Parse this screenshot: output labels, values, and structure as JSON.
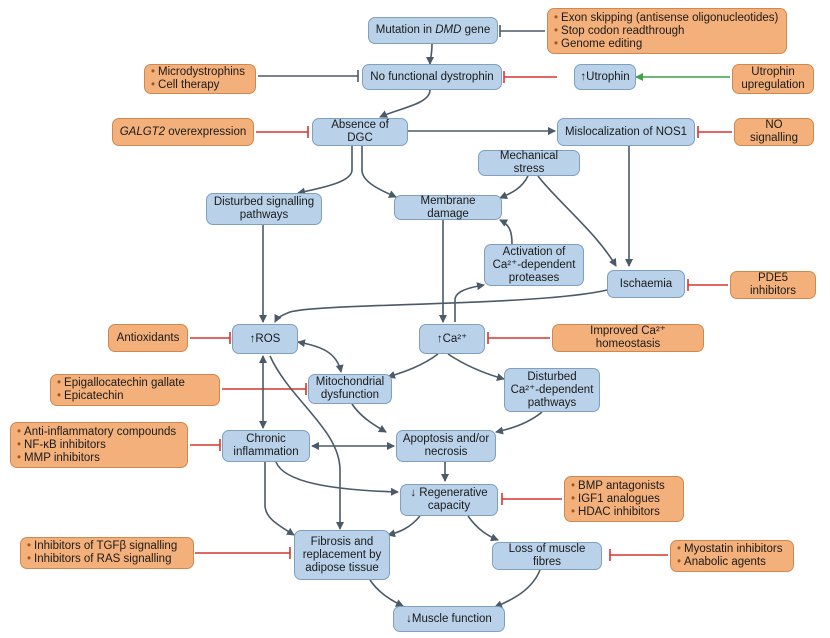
{
  "nodes": {
    "mutation": {
      "pre": "Mutation in ",
      "em": "DMD",
      "post": " gene"
    },
    "no_dystrophin": "No functional dystrophin",
    "utrophin": "↑Utrophin",
    "absence_dgc": "Absence of DGC",
    "mislocalization": "Mislocalization of NOS1",
    "mechanical_stress": "Mechanical stress",
    "disturbed_signalling": [
      "Disturbed signalling",
      "pathways"
    ],
    "membrane_damage": "Membrane damage",
    "proteases": [
      "Activation of",
      "Ca²⁺-dependent",
      "proteases"
    ],
    "ischaemia": "Ischaemia",
    "ros": "↑ROS",
    "calcium": "↑Ca²⁺",
    "mito": [
      "Mitochondrial",
      "dysfunction"
    ],
    "disturbed_ca": [
      "Disturbed",
      "Ca²⁺-dependent",
      "pathways"
    ],
    "chronic_inflammation": [
      "Chronic",
      "inflammation"
    ],
    "apoptosis": [
      "Apoptosis and/or",
      "necrosis"
    ],
    "regenerative": [
      "↓ Regenerative",
      "capacity"
    ],
    "fibrosis": [
      "Fibrosis and",
      "replacement by",
      "adipose tissue"
    ],
    "loss_fibres": "Loss of muscle fibres",
    "muscle_function": "↓Muscle function"
  },
  "interventions": {
    "exon_skipping": [
      "Exon skipping (antisense oligonucleotides)",
      "Stop codon readthrough",
      "Genome editing"
    ],
    "microdystrophins": [
      "Microdystrophins",
      "Cell therapy"
    ],
    "utrophin_up": [
      "Utrophin",
      "upregulation"
    ],
    "galgt2": {
      "em": "GALGT2",
      "post": " overexpression"
    },
    "no_signalling": "NO signalling",
    "pde5": "PDE5 inhibitors",
    "antioxidants": "Antioxidants",
    "improved_ca": "Improved Ca²⁺ homeostasis",
    "egcg": [
      "Epigallocatechin gallate",
      "Epicatechin"
    ],
    "anti_inflammatory": [
      "Anti-inflammatory compounds",
      "NF-κB inhibitors",
      "MMP inhibitors"
    ],
    "bmp": [
      "BMP antagonists",
      "IGF1 analogues",
      "HDAC inhibitors"
    ],
    "tgfb": [
      "Inhibitors of TGFβ signalling",
      "Inhibitors of RAS signalling"
    ],
    "myostatin": [
      "Myostatin inhibitors",
      "Anabolic agents"
    ]
  },
  "colors": {
    "node_fill": "#b9d2ea",
    "intervention_fill": "#f4b07a",
    "arrow": "#4a5a68",
    "inhibit": "#d6372e",
    "promote": "#3fa14a"
  }
}
